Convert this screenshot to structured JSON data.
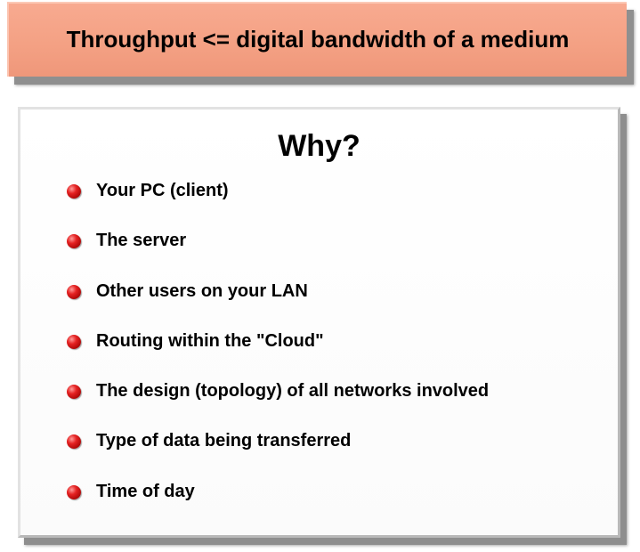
{
  "title": "Throughput <= digital bandwidth of a medium",
  "panel": {
    "heading": "Why?",
    "items": [
      "Your PC (client)",
      "The server",
      "Other users on your LAN",
      "Routing within the \"Cloud\"",
      "The design (topology) of all networks involved",
      "Type of data being transferred",
      "Time of day"
    ]
  },
  "colors": {
    "title_background": "#f4a184",
    "bullet": "#d41a1a",
    "shadow": "#8f8f8f"
  },
  "icons": {
    "bullet": "red-sphere-bullet-icon"
  }
}
